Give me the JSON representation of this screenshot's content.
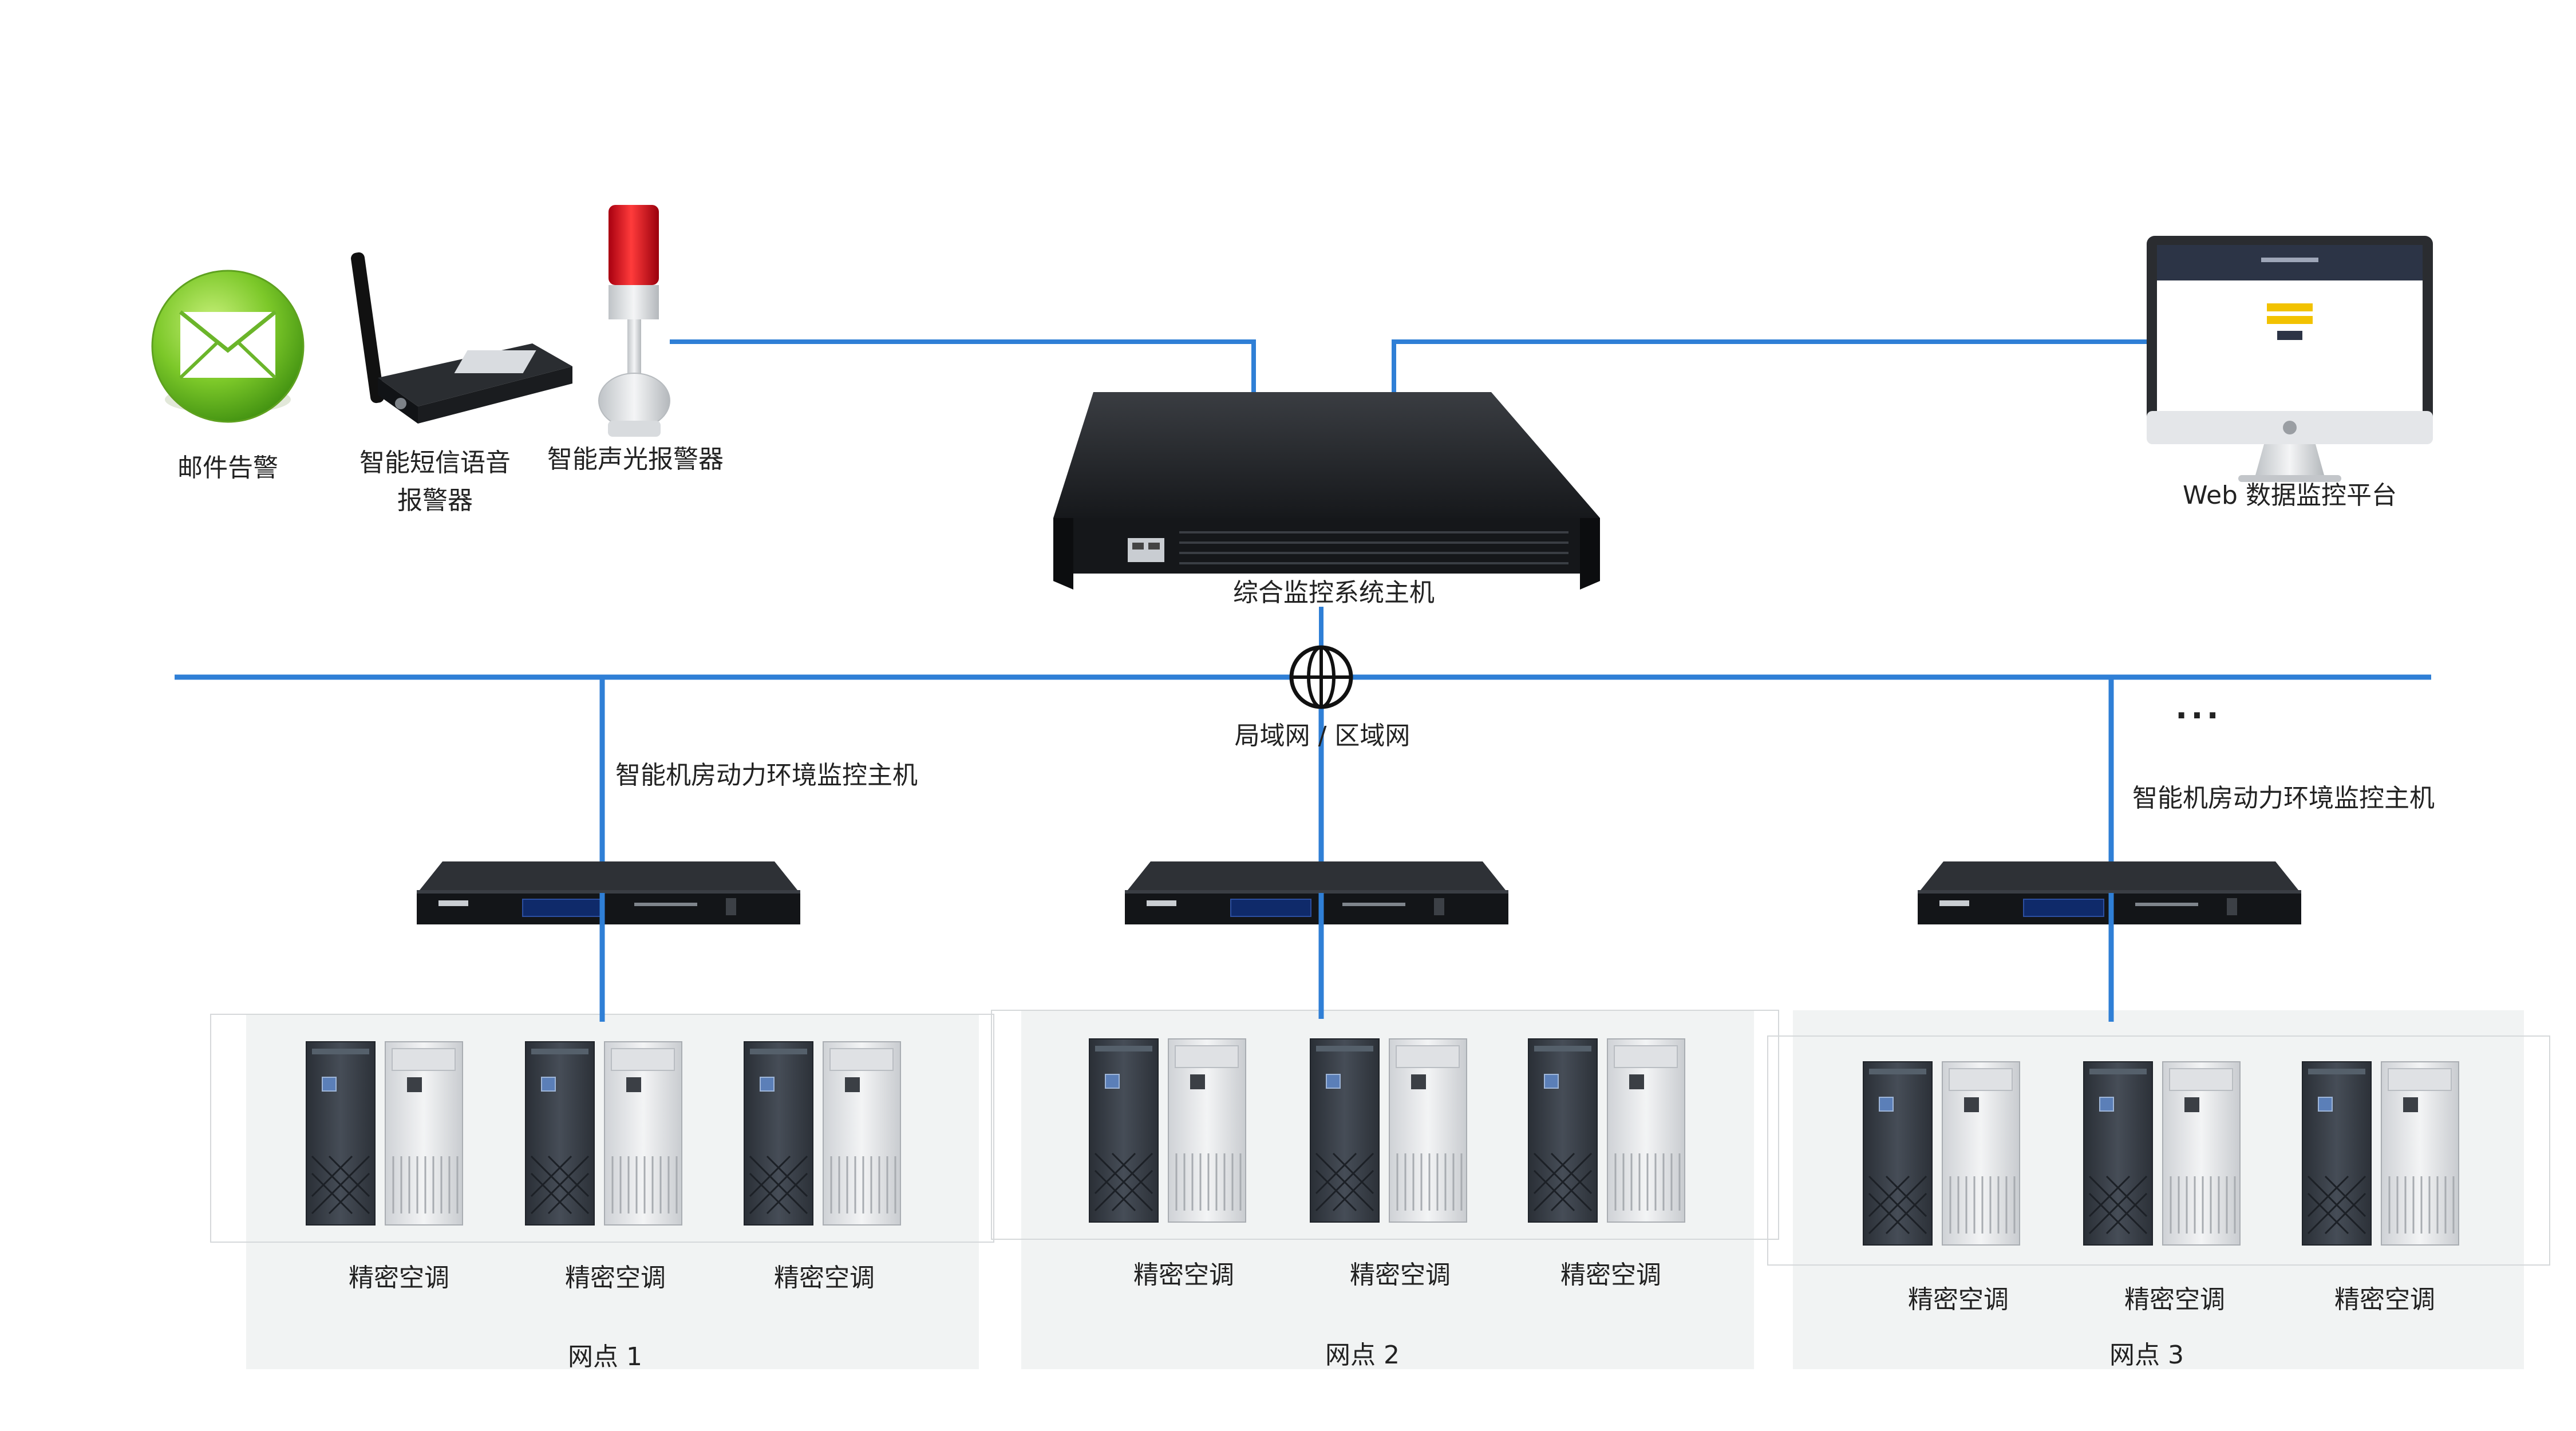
{
  "colors": {
    "line": "#2f7fd6",
    "device_black": "#1b1d20",
    "panel_bg": "#f1f3f3",
    "email_green": "#7cc829",
    "alarm_red": "#e3101c",
    "cabinet_dark": "#3a4048",
    "cabinet_light": "#e6e7e9"
  },
  "alarm_devices": {
    "email": {
      "label": "邮件告警",
      "icon": "envelope-icon"
    },
    "sms": {
      "label": "智能短信语音报警器",
      "icon": "gsm-modem-icon"
    },
    "light": {
      "label": "智能声光报警器",
      "icon": "signal-tower-light-icon"
    }
  },
  "main_host": {
    "label": "综合监控系统主机",
    "icon": "rack-server-icon"
  },
  "web_platform": {
    "label": "Web 数据监控平台",
    "icon": "monitor-icon"
  },
  "network": {
    "label": "局域网 / 区域网",
    "icon": "globe-icon"
  },
  "ellipsis": "...",
  "sites": [
    {
      "name": "网点 1",
      "host_label": "智能机房动力环境监控主机",
      "units": [
        "精密空调",
        "精密空调",
        "精密空调"
      ]
    },
    {
      "name": "网点 2",
      "host_label": "",
      "units": [
        "精密空调",
        "精密空调",
        "精密空调"
      ]
    },
    {
      "name": "网点 3",
      "host_label": "智能机房动力环境监控主机",
      "units": [
        "精密空调",
        "精密空调",
        "精密空调"
      ]
    }
  ]
}
